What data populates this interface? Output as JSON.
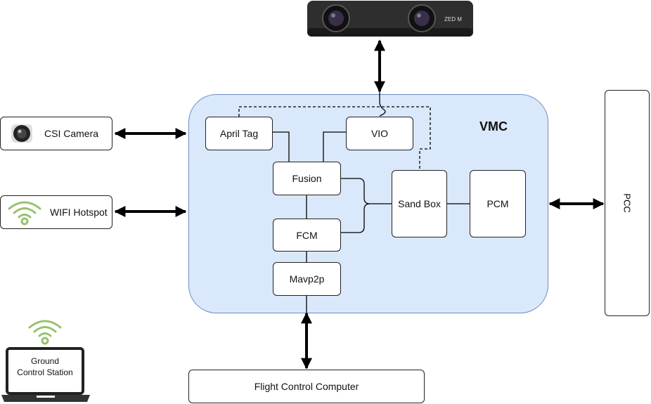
{
  "vmc": {
    "title": "VMC"
  },
  "nodes": {
    "april_tag": "April Tag",
    "vio": "VIO",
    "fusion": "Fusion",
    "fcm": "FCM",
    "mavp2p": "Mavp2p",
    "sandbox": "Sand Box",
    "pcm": "PCM",
    "pcc": "PCC",
    "csi_camera": "CSI Camera",
    "wifi_hotspot": "WIFI Hotspot",
    "flight_control_computer": "Flight Control Computer",
    "ground_control_station": "Ground Control Station",
    "zed_label": "ZED M"
  },
  "colors": {
    "vmc_fill": "#dae8fc",
    "vmc_border": "#6c8ebf",
    "wifi_green": "#97c26e"
  }
}
